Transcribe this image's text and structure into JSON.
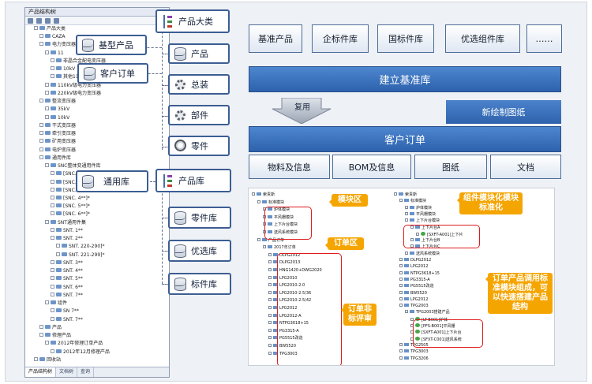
{
  "left_panel": {
    "title": "产品结构树",
    "tabs": [
      "产品结构树",
      "文档树",
      "查询"
    ],
    "tree": [
      {
        "text": "产品大类",
        "depth": 1
      },
      {
        "text": "CAZA",
        "depth": 2
      },
      {
        "text": "电力变压器",
        "depth": 2
      },
      {
        "text": "11",
        "depth": 3
      },
      {
        "text": "非晶合金配电变压器",
        "depth": 4
      },
      {
        "text": "10kV",
        "depth": 4
      },
      {
        "text": "其他110kV以下电力变压器",
        "depth": 4
      },
      {
        "text": "110kV级电力变压器",
        "depth": 3
      },
      {
        "text": "220kV级电力变压器",
        "depth": 3
      },
      {
        "text": "整流变压器",
        "depth": 2
      },
      {
        "text": "35kV",
        "depth": 3
      },
      {
        "text": "10kV",
        "depth": 3
      },
      {
        "text": "干式变压器",
        "depth": 2
      },
      {
        "text": "牵引变压器",
        "depth": 2
      },
      {
        "text": "矿用变压器",
        "depth": 2
      },
      {
        "text": "电炉变压器",
        "depth": 2
      },
      {
        "text": "通用件库",
        "depth": 2
      },
      {
        "text": "SNC整体变通用件库",
        "depth": 3
      },
      {
        "text": "[SNC. 1**]*",
        "depth": 4
      },
      {
        "text": "[SNC. 2**]*",
        "depth": 4
      },
      {
        "text": "[SNC. 3**]*",
        "depth": 4
      },
      {
        "text": "[SNC. 4**]*",
        "depth": 4
      },
      {
        "text": "[SNC. 5**]*",
        "depth": 4
      },
      {
        "text": "[SNC. 6**]*",
        "depth": 4
      },
      {
        "text": "SNT通用件集",
        "depth": 3
      },
      {
        "text": "SNT. 1**",
        "depth": 4
      },
      {
        "text": "SNT. 2**",
        "depth": 4
      },
      {
        "text": "SNT. 220-290]*",
        "depth": 5
      },
      {
        "text": "SNT. 221-299]*",
        "depth": 5
      },
      {
        "text": "SNT. 3**",
        "depth": 4
      },
      {
        "text": "SNT. 4**",
        "depth": 4
      },
      {
        "text": "SNT. 5**",
        "depth": 4
      },
      {
        "text": "SNT. 6**",
        "depth": 4
      },
      {
        "text": "SNT. 7**",
        "depth": 4
      },
      {
        "text": "组件",
        "depth": 3
      },
      {
        "text": "SN 7**",
        "depth": 4
      },
      {
        "text": "SNT. 7**",
        "depth": 4
      },
      {
        "text": "产品",
        "depth": 2
      },
      {
        "text": "修理产品",
        "depth": 2
      },
      {
        "text": "2012年修理订单产品",
        "depth": 3
      },
      {
        "text": "2012年12月修理产品",
        "depth": 4
      },
      {
        "text": "回收站",
        "depth": 1
      }
    ]
  },
  "callouts": {
    "product_category": "产品大类",
    "base_product": "基型产品",
    "product": "产品",
    "customer_order": "客户订单",
    "assembly": "总装",
    "component": "部件",
    "part": "零件",
    "generic_library": "通用库",
    "product_library": "产品库",
    "part_library": "零件库",
    "preferred_library": "优选库",
    "standard_library": "标件库"
  },
  "diagram": {
    "top_boxes": [
      "基准产品",
      "企标件库",
      "国标件库",
      "优选组件库",
      "……"
    ],
    "build_band": "建立基准库",
    "reuse_label": "复用",
    "new_drawing": "新绘制图纸",
    "order_band": "客户订单",
    "bottom_boxes": [
      "物料及信息",
      "BOM及信息",
      "图纸",
      "文档"
    ]
  },
  "screenshot": {
    "left_tree": [
      "索贵斯",
      "标准模块",
      "炉体模块",
      "平风栅模块",
      "上下片台模块",
      "送风系统模块",
      "产品订单",
      "2017年订单",
      "DLPG2012",
      "DLPG2013",
      "HNG1420+DWG2020",
      "LPG2010",
      "LPG2010-2.0",
      "LPG2010-2.5/36",
      "LPG2010-2.5/42",
      "LPG2012",
      "LPG2012-A",
      "NTPG3618+15",
      "PG3315-A",
      "PG5515改造",
      "BW5520",
      "TPG3003"
    ],
    "right_tree": [
      "索贵斯",
      "标准模块",
      "炉体模块",
      "平风栅模块",
      "上下片台模块",
      "上下片台A",
      "[SXFT-A001]上下片",
      "上下片台B",
      "上下片台C",
      "送风系统模块",
      "DLPG2012",
      "LPG2012",
      "NTPG3618+15",
      "PG3315-A",
      "PG5515改造",
      "BW5520",
      "LPG2012",
      "TPG2003",
      "TPG2003搭建产品",
      "[LT-B001]炉体",
      "[PFS-B001]平风栅",
      "[SXFT-A001]上下片台",
      "[SFXT-C001]送风系统",
      "TPG2505",
      "TPG3003",
      "TPG3206"
    ],
    "tags": {
      "module_area": "模块区",
      "order_area": "订单区",
      "order_nonreview": "订单非标评审",
      "modularize": "组件模块化模块标准化",
      "order_standard": "订单产品调用标准模块组成，可以快速搭建产品结构"
    }
  }
}
